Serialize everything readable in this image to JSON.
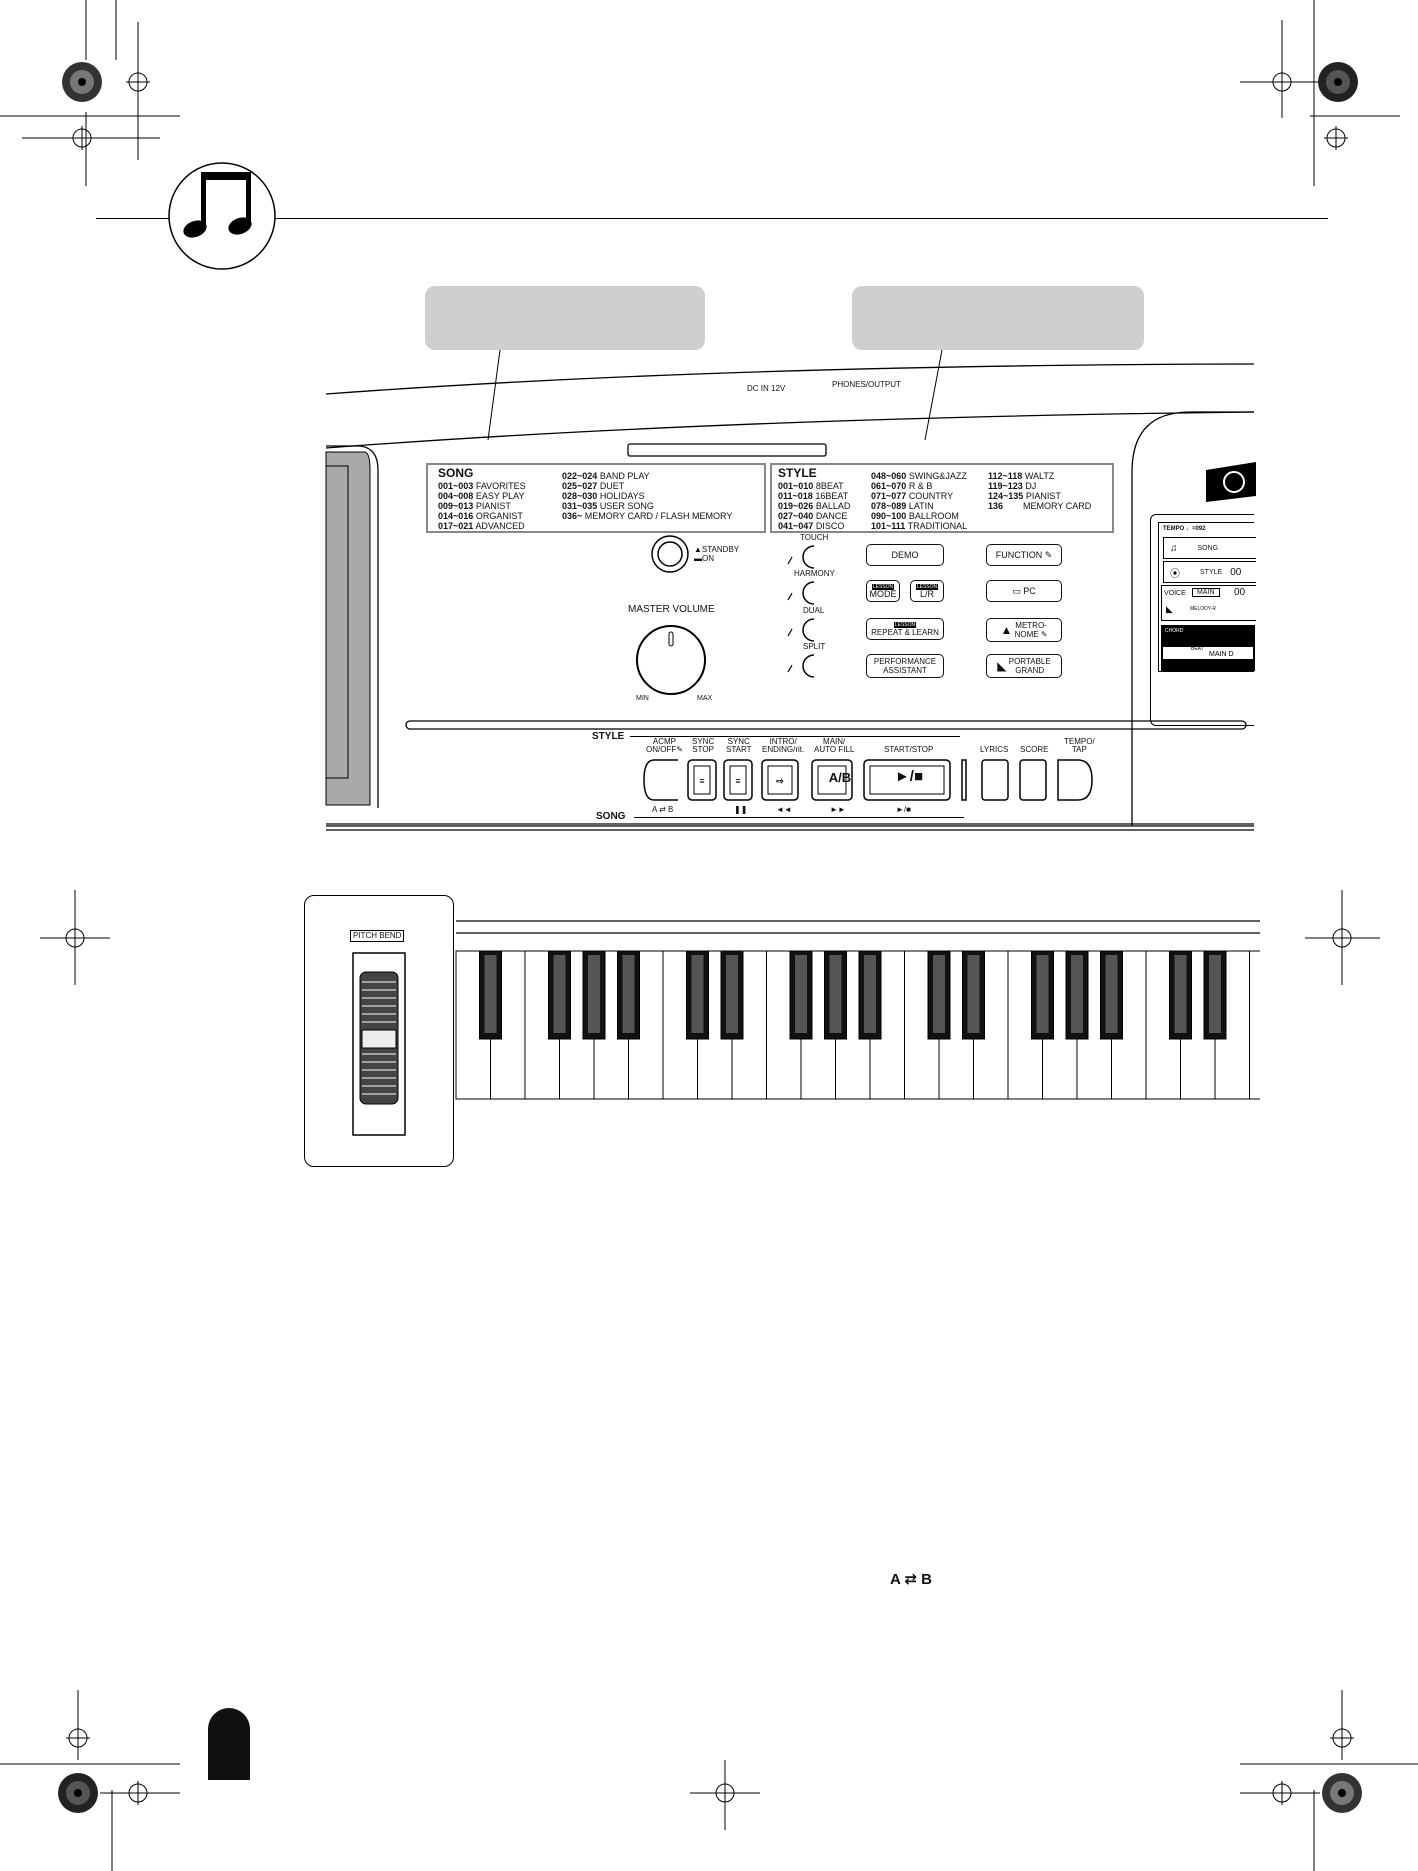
{
  "song_list": {
    "header": "SONG",
    "col1": [
      {
        "range": "001~003",
        "name": "FAVORITES"
      },
      {
        "range": "004~008",
        "name": "EASY PLAY"
      },
      {
        "range": "009~013",
        "name": "PIANIST"
      },
      {
        "range": "014~016",
        "name": "ORGANIST"
      },
      {
        "range": "017~021",
        "name": "ADVANCED"
      }
    ],
    "col2": [
      {
        "range": "022~024",
        "name": "BAND PLAY"
      },
      {
        "range": "025~027",
        "name": "DUET"
      },
      {
        "range": "028~030",
        "name": "HOLIDAYS"
      },
      {
        "range": "031~035",
        "name": "USER SONG"
      },
      {
        "range": "036~",
        "name": "MEMORY CARD / FLASH MEMORY"
      }
    ]
  },
  "style_list": {
    "header": "STYLE",
    "col1": [
      {
        "range": "001~010",
        "name": "8BEAT"
      },
      {
        "range": "011~018",
        "name": "16BEAT"
      },
      {
        "range": "019~026",
        "name": "BALLAD"
      },
      {
        "range": "027~040",
        "name": "DANCE"
      },
      {
        "range": "041~047",
        "name": "DISCO"
      }
    ],
    "col2": [
      {
        "range": "048~060",
        "name": "SWING&JAZZ"
      },
      {
        "range": "061~070",
        "name": "R & B"
      },
      {
        "range": "071~077",
        "name": "COUNTRY"
      },
      {
        "range": "078~089",
        "name": "LATIN"
      },
      {
        "range": "090~100",
        "name": "BALLROOM"
      },
      {
        "range": "101~111",
        "name": "TRADITIONAL"
      }
    ],
    "col3": [
      {
        "range": "112~118",
        "name": "WALTZ"
      },
      {
        "range": "119~123",
        "name": "DJ"
      },
      {
        "range": "124~135",
        "name": "PIANIST"
      },
      {
        "range": "136",
        "name": "MEMORY CARD"
      }
    ]
  },
  "jacks": {
    "dc_in": "DC IN 12V",
    "phones": "PHONES/OUTPUT"
  },
  "power": {
    "standby": "STANDBY",
    "on": "ON"
  },
  "volume": {
    "label": "MASTER VOLUME",
    "min": "MIN",
    "max": "MAX"
  },
  "toggles": {
    "touch": "TOUCH",
    "harmony": "HARMONY",
    "dual": "DUAL",
    "split": "SPLIT"
  },
  "buttons": {
    "demo": "DEMO",
    "lesson_tag": "LESSON",
    "mode": "MODE",
    "lr": "L/R",
    "repeat_learn": "REPEAT & LEARN",
    "performance": "PERFORMANCE",
    "assistant": "ASSISTANT",
    "function": "FUNCTION",
    "pc": "PC",
    "metro1": "METRO-",
    "metro2": "NOME",
    "portable": "PORTABLE",
    "grand": "GRAND"
  },
  "display": {
    "tempo": "TEMPO ♩=092",
    "song": "SONG",
    "style": "STYLE",
    "style_num": "00",
    "voice": "VOICE",
    "main": "MAIN",
    "main_num": "00",
    "melody": "MELODY-R",
    "chord": "CHORD",
    "beat": "BEAT",
    "main_d": "MAIN D"
  },
  "transport": {
    "style_label": "STYLE",
    "song_label": "SONG",
    "acmp1": "ACMP",
    "acmp2": "ON/OFF",
    "sync_stop1": "SYNC",
    "sync_stop2": "STOP",
    "sync_start1": "SYNC",
    "sync_start2": "START",
    "intro1": "INTRO/",
    "intro2": "ENDING/rit.",
    "main1": "MAIN/",
    "main2": "AUTO FILL",
    "start_stop": "START/STOP",
    "lyrics": "LYRICS",
    "score": "SCORE",
    "tempo1": "TEMPO/",
    "tempo2": "TAP",
    "ab_button": "A/B",
    "play_glyph": "►/■",
    "song_ab": "A ⇄ B",
    "song_pause": "❚❚",
    "song_rew": "◄◄",
    "song_ff": "►►",
    "song_play": "►/■"
  },
  "pitch_bend": {
    "label": "PITCH BEND"
  },
  "page_bottom": {
    "ab_marker": "A ⇄ B"
  }
}
